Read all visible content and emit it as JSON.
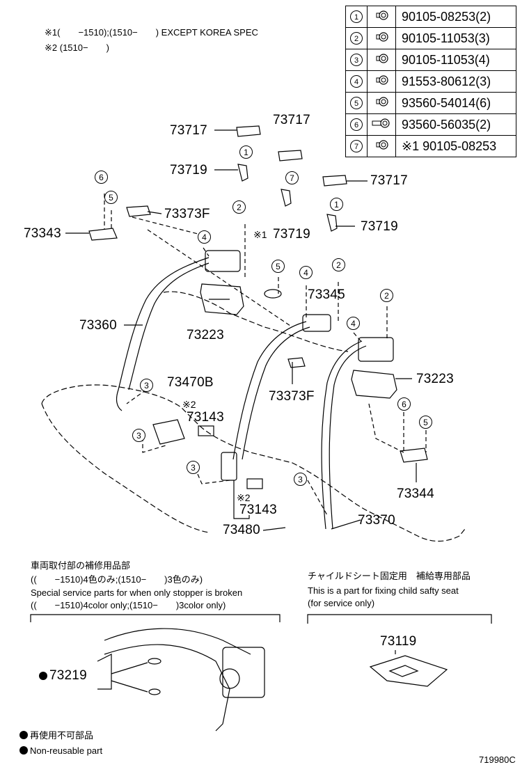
{
  "notes": {
    "note1": "※1(　　−1510);(1510−　　) EXCEPT KOREA SPEC",
    "note2": "※2 (1510−　　)"
  },
  "fastener_table": [
    {
      "no": "1",
      "icon": "bolt-icon",
      "part": "90105-08253(2)"
    },
    {
      "no": "2",
      "icon": "bolt-icon",
      "part": "90105-11053(3)"
    },
    {
      "no": "3",
      "icon": "bolt-icon",
      "part": "90105-11053(4)"
    },
    {
      "no": "4",
      "icon": "bolt-icon",
      "part": "91553-80612(3)"
    },
    {
      "no": "5",
      "icon": "screw-icon",
      "part": "93560-54014(6)"
    },
    {
      "no": "6",
      "icon": "long-bolt-icon",
      "part": "93560-56035(2)"
    },
    {
      "no": "7",
      "icon": "bolt-icon",
      "part": "※1 90105-08253"
    }
  ],
  "part_labels": {
    "p73717_a": "73717",
    "p73717_b": "73717",
    "p73717_c": "73717",
    "p73719_a": "73719",
    "p73719_b": "73719",
    "p73719_c": "73719",
    "p73719_mark": "※1",
    "p73373f_a": "73373F",
    "p73373f_b": "73373F",
    "p73343": "73343",
    "p73345": "73345",
    "p73360": "73360",
    "p73223_a": "73223",
    "p73223_b": "73223",
    "p73470b": "73470B",
    "p73143_a": "73143",
    "p73143_b": "73143",
    "p73143_mark_a": "※2",
    "p73143_mark_b": "※2",
    "p73344": "73344",
    "p73370": "73370",
    "p73480": "73480",
    "p73219": "73219",
    "p73119": "73119"
  },
  "callouts": {
    "c6a": "6",
    "c5a": "5",
    "c1a": "1",
    "c2a": "2",
    "c4a": "4",
    "c7a": "7",
    "c1b": "1",
    "c5b": "5",
    "c4b": "4",
    "c2b": "2",
    "c2c": "2",
    "c4c": "4",
    "c3a": "3",
    "c3b": "3",
    "c3c": "3",
    "c3d": "3",
    "c6b": "6",
    "c5c": "5"
  },
  "lower_left": {
    "title_jp": "車両取付部の補修用品部",
    "line2_jp": "((　　−1510)4色のみ;(1510−　　)3色のみ)",
    "line3_en": "Special service parts for when only stopper is broken",
    "line4_en": "((　　−1510)4color only;(1510−　　)3color only)"
  },
  "lower_right": {
    "title_jp": "チャイルドシート固定用　補給専用部品",
    "line2_en": "This is a part for fixing child safty seat",
    "line3_en": "(for service only)"
  },
  "legend": {
    "jp": "再使用不可部品",
    "en": "Non-reusable part"
  },
  "figure_code": "719980C"
}
